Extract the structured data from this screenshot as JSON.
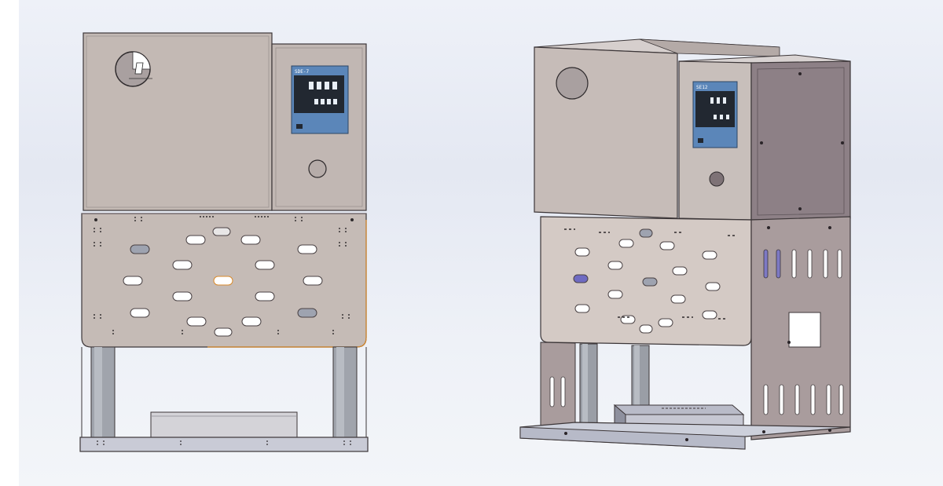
{
  "views": [
    {
      "id": "front",
      "name": "front-orthographic-view"
    },
    {
      "id": "isometric",
      "name": "isometric-view"
    }
  ],
  "colors": {
    "viewport_bg": "#e6e9f2",
    "sheet_metal": "#c2b8b4",
    "sheet_metal_dark": "#a69a98",
    "sheet_metal_side": "#8f8287",
    "base_plate": "#c9cbd6",
    "pillar": "#9a9ea6",
    "display_panel": "#5b86b9",
    "display_screen": "#222831",
    "accent_edge": "#d98a2b",
    "slot_highlight": "#6f6bc2"
  },
  "display": {
    "front_label": "SDE-7",
    "iso_label": "SE12"
  }
}
